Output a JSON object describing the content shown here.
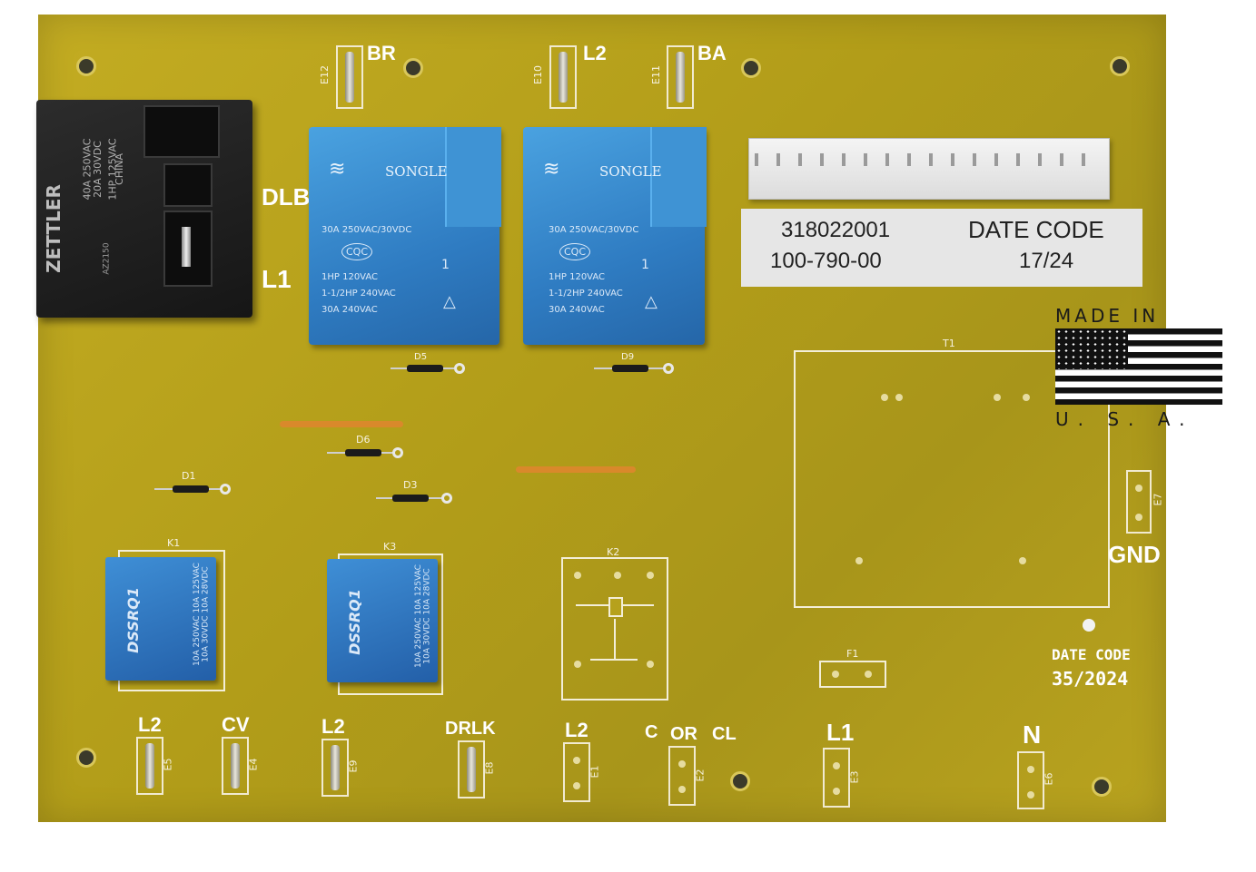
{
  "board": {
    "relay_main": {
      "brand": "ZETTLER",
      "spec_lines": [
        "40A 250VAC",
        "20A 30VDC",
        "1HP 125VAC",
        "CHINA"
      ],
      "side_code": "AZ2150"
    },
    "relay_songle_1": {
      "brand": "SONGLE",
      "spec1": "30A  250VAC/30VDC",
      "cqc": "CQC",
      "spec2": "1HP 120VAC",
      "spec3": "1-1/2HP 240VAC",
      "spec4": "30A 240VAC",
      "num": "1"
    },
    "relay_songle_2": {
      "brand": "SONGLE",
      "spec1": "30A  250VAC/30VDC",
      "cqc": "CQC",
      "spec2": "1HP 120VAC",
      "spec3": "1-1/2HP 240VAC",
      "spec4": "30A 240VAC",
      "num": "1"
    },
    "relay_k1": {
      "model": "DSSRQ1",
      "spec1": "10A 250VAC 10A 125VAC",
      "spec2": "10A  30VDC 10A  28VDC"
    },
    "relay_k3": {
      "model": "DSSRQ1",
      "spec1": "10A 250VAC 10A 125VAC",
      "spec2": "10A  30VDC 10A  28VDC"
    },
    "label_sticker": {
      "part_number": "318022001",
      "sub_number": "100-790-00",
      "date_code_label": "DATE CODE",
      "date_code_value": "17/24"
    },
    "flag_badge": {
      "top": "MADE IN",
      "bottom": "U.  S.  A."
    },
    "silk": {
      "br": "BR",
      "l2_top": "L2",
      "ba": "BA",
      "dlb": "DLB",
      "l1_left": "L1",
      "gnd": "GND",
      "date_code": "DATE CODE",
      "date_value": "35/2024",
      "t1": "T1",
      "k1": "K1",
      "k2": "K2",
      "k3": "K3",
      "f1": "F1",
      "d1": "D1",
      "d3": "D3",
      "d5": "D5",
      "d6": "D6",
      "d9": "D9",
      "e1": "E1",
      "e2": "E2",
      "e3": "E3",
      "e4": "E4",
      "e5": "E5",
      "e6": "E6",
      "e7": "E7",
      "e8": "E8",
      "e9": "E9",
      "e10": "E10",
      "e11": "E11",
      "e12": "E12",
      "bottom_l2_a": "L2",
      "bottom_cv": "CV",
      "bottom_l2_b": "L2",
      "bottom_drlk": "DRLK",
      "bottom_l2_c": "L2",
      "bottom_c": "C",
      "bottom_or": "OR",
      "bottom_cl": "CL",
      "bottom_l1": "L1",
      "bottom_n": "N"
    }
  },
  "colors": {
    "board": "#b6a11c",
    "relay_blue": "#2f7cc2",
    "relay_black": "#1e1e1e",
    "silkscreen": "#ffffff"
  }
}
